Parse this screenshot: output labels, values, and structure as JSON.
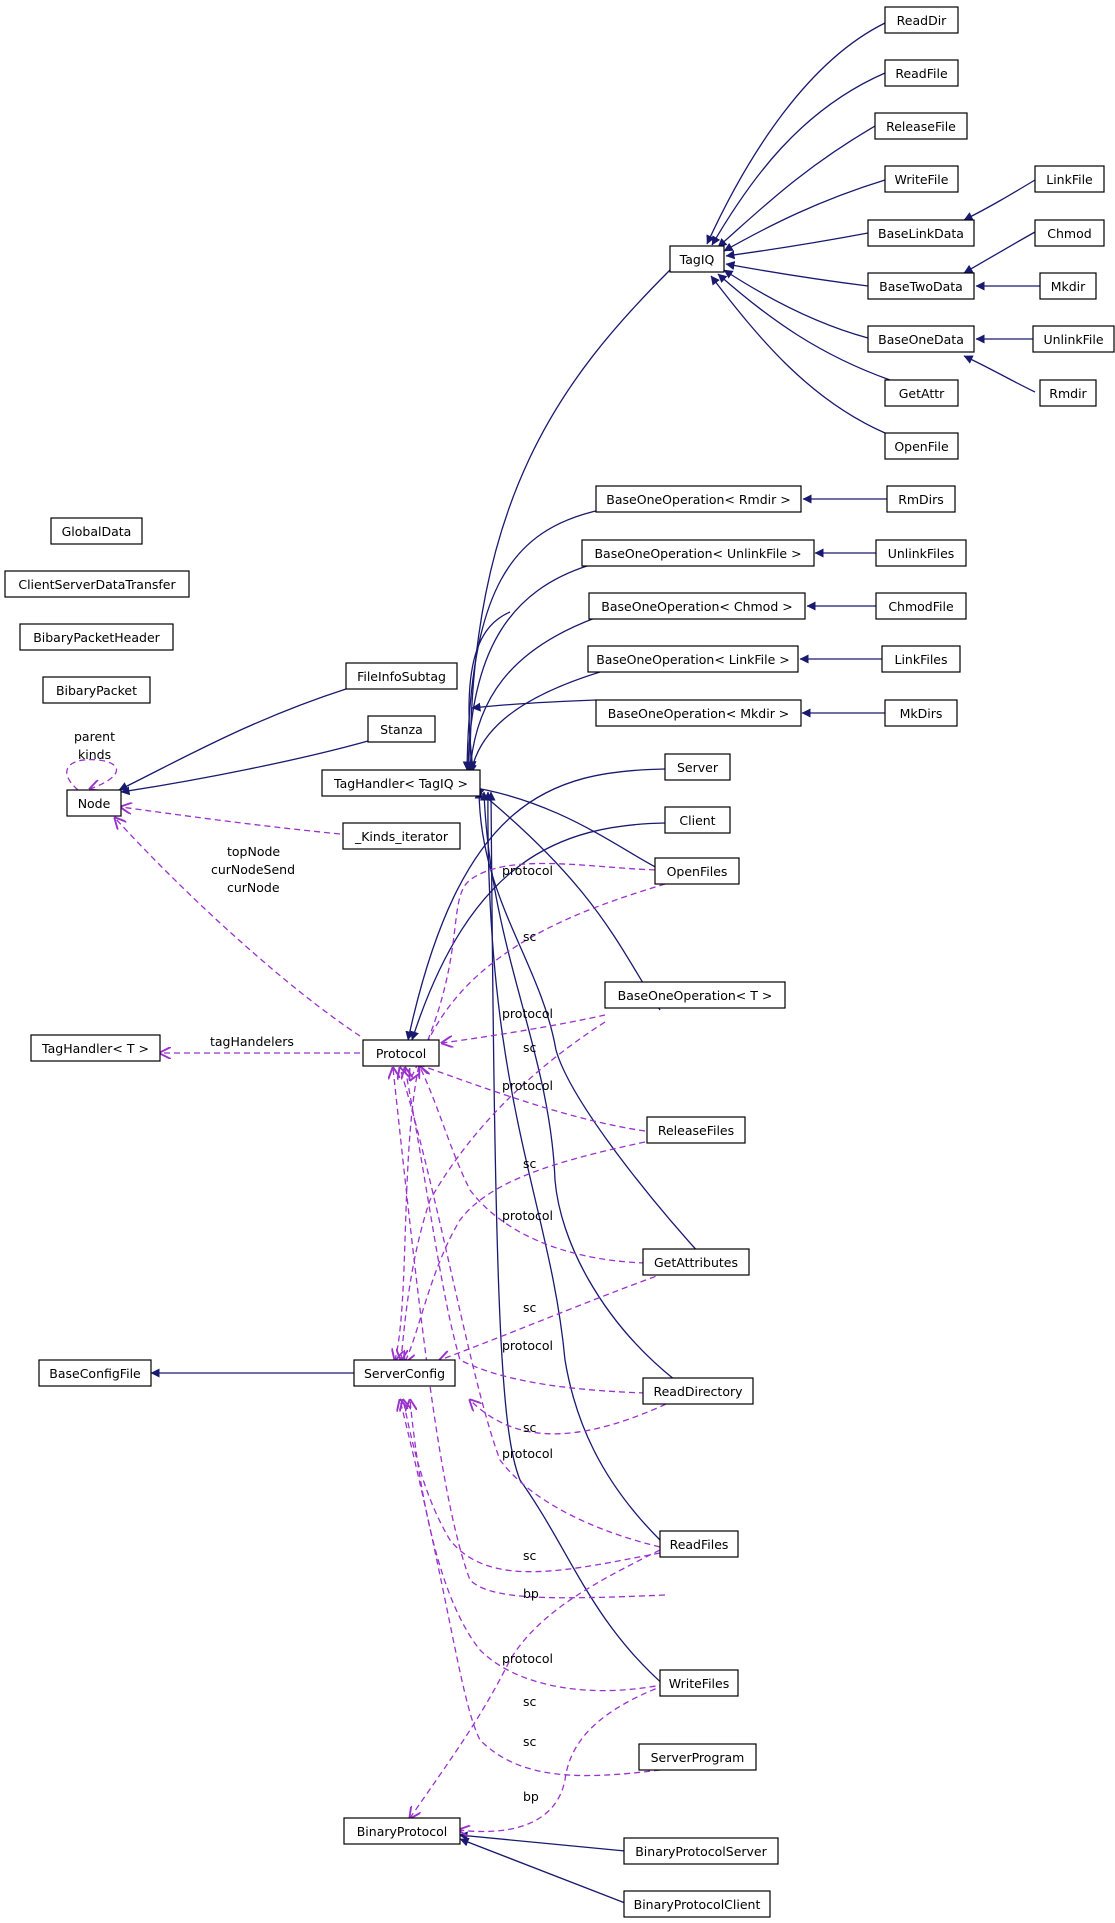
{
  "nodes": {
    "ReadDir": "ReadDir",
    "ReadFile": "ReadFile",
    "ReleaseFile": "ReleaseFile",
    "WriteFile": "WriteFile",
    "LinkFile": "LinkFile",
    "BaseLinkData": "BaseLinkData",
    "Chmod": "Chmod",
    "TagIQ": "TagIQ",
    "BaseTwoData": "BaseTwoData",
    "Mkdir": "Mkdir",
    "BaseOneData": "BaseOneData",
    "UnlinkFile": "UnlinkFile",
    "GetAttr": "GetAttr",
    "Rmdir": "Rmdir",
    "OpenFile": "OpenFile",
    "BaseOneOpRmdir": "BaseOneOperation< Rmdir >",
    "RmDirs": "RmDirs",
    "GlobalData": "GlobalData",
    "BaseOneOpUnlink": "BaseOneOperation< UnlinkFile >",
    "UnlinkFiles": "UnlinkFiles",
    "ClientServerDataTransfer": "ClientServerDataTransfer",
    "BaseOneOpChmod": "BaseOneOperation< Chmod >",
    "ChmodFile": "ChmodFile",
    "BibaryPacketHeader": "BibaryPacketHeader",
    "BaseOneOpLink": "BaseOneOperation< LinkFile >",
    "LinkFiles": "LinkFiles",
    "FileInfoSubtag": "FileInfoSubtag",
    "BibaryPacket": "BibaryPacket",
    "BaseOneOpMkdir": "BaseOneOperation< Mkdir >",
    "MkDirs": "MkDirs",
    "Stanza": "Stanza",
    "Server": "Server",
    "TagHandlerTagIQ": "TagHandler< TagIQ >",
    "Node": "Node",
    "Client": "Client",
    "KindsIterator": "_Kinds_iterator",
    "OpenFiles": "OpenFiles",
    "BaseOneOpT": "BaseOneOperation< T >",
    "TagHandlerT": "TagHandler< T >",
    "Protocol": "Protocol",
    "ReleaseFiles": "ReleaseFiles",
    "GetAttributes": "GetAttributes",
    "BaseConfigFile": "BaseConfigFile",
    "ServerConfig": "ServerConfig",
    "ReadDirectory": "ReadDirectory",
    "ReadFiles": "ReadFiles",
    "WriteFiles": "WriteFiles",
    "ServerProgram": "ServerProgram",
    "BinaryProtocol": "BinaryProtocol",
    "BinaryProtocolServer": "BinaryProtocolServer",
    "BinaryProtocolClient": "BinaryProtocolClient"
  },
  "edge_labels": {
    "parent": "parent",
    "kinds": "kinds",
    "topNode": "topNode",
    "curNodeSend": "curNodeSend",
    "curNode": "curNode",
    "tagHandelers": "tagHandelers",
    "protocol": "protocol",
    "sc": "sc",
    "bp": "bp"
  },
  "colors": {
    "inheritance": "#191970",
    "usage": "#9a32cd",
    "node_border": "#000000",
    "background": "#ffffff"
  }
}
